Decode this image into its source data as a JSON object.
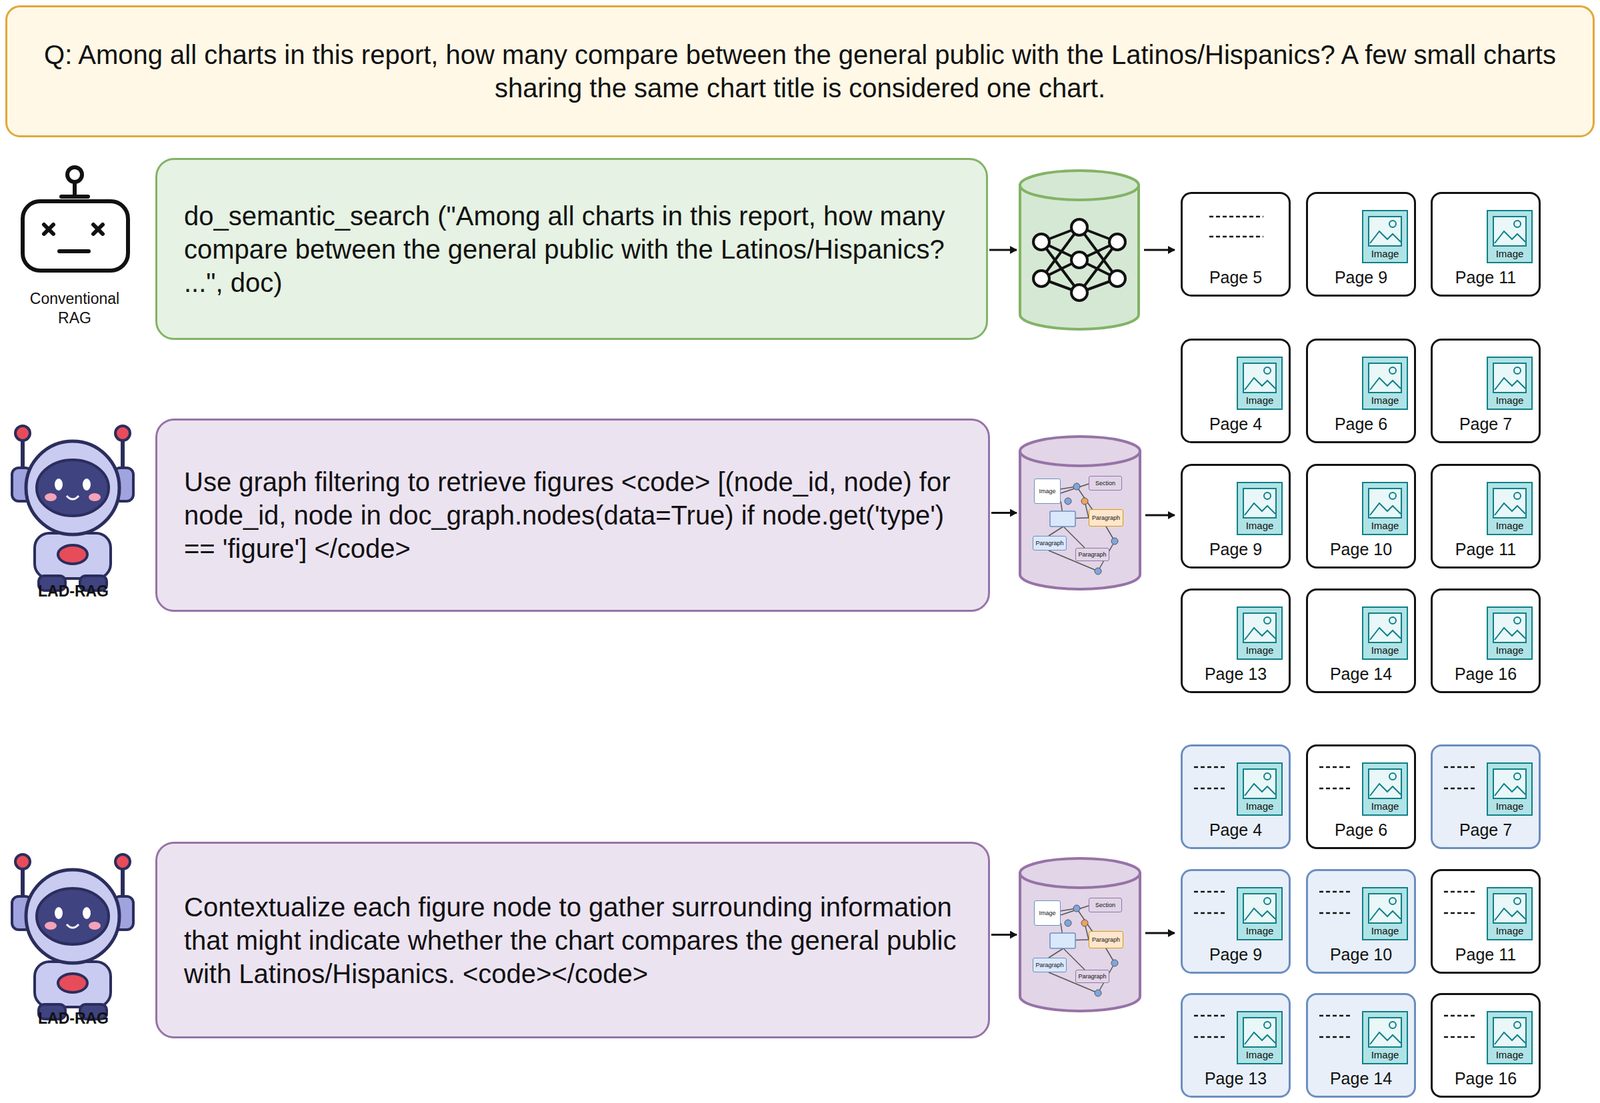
{
  "diagram": {
    "nodes": [
      {
        "text": [
          "Q: Among all charts in this report, how many compare between the general public with the Latinos/Hispanics? A few small charts sharing the same chart title is considered one chart."
        ]
      },
      {
        "text": [
          "do_semantic_search (\"Among all charts in this report, how many compare between the general public with the Latinos/Hispanics? ...\", doc)"
        ]
      },
      {
        "text": []
      },
      {
        "text": [
          "Page 5"
        ]
      },
      {
        "text": [
          "Page 9"
        ]
      },
      {
        "text": [
          "Image"
        ],
        "in": 4
      },
      {
        "text": [
          "Page 11"
        ]
      },
      {
        "text": [
          "Image"
        ],
        "in": 6
      },
      {
        "text": [
          "Use graph filtering to retrieve figures <code> [(node_id, node) for node_id, node in doc_graph.nodes(data=True) if node.get('type') == 'figure'] </code>"
        ]
      },
      {
        "text": []
      },
      {
        "text": [
          "Image"
        ],
        "in": 9
      },
      {
        "text": [
          "Section"
        ],
        "in": 9
      },
      {
        "text": [
          "Paragraph"
        ],
        "in": 9
      },
      {
        "text": [
          "Paragraph"
        ],
        "in": 9
      },
      {
        "text": [
          "Paragraph"
        ],
        "in": 9
      },
      {
        "text": [
          "Page 4"
        ]
      },
      {
        "text": [
          "Image"
        ],
        "in": 15
      },
      {
        "text": [
          "Page 6"
        ]
      },
      {
        "text": [
          "Image"
        ],
        "in": 17
      },
      {
        "text": [
          "Page 7"
        ]
      },
      {
        "text": [
          "Image"
        ],
        "in": 19
      },
      {
        "text": [
          "Page 9"
        ]
      },
      {
        "text": [
          "Image"
        ],
        "in": 21
      },
      {
        "text": [
          "Page 10"
        ]
      },
      {
        "text": [
          "Image"
        ],
        "in": 23
      },
      {
        "text": [
          "Page 11"
        ]
      },
      {
        "text": [
          "Image"
        ],
        "in": 25
      },
      {
        "text": [
          "Page 13"
        ]
      },
      {
        "text": [
          "Image"
        ],
        "in": 27
      },
      {
        "text": [
          "Page 14"
        ]
      },
      {
        "text": [
          "Image"
        ],
        "in": 29
      },
      {
        "text": [
          "Page 16"
        ]
      },
      {
        "text": [
          "Image"
        ],
        "in": 31
      },
      {
        "text": [
          "Contextualize each figure node to gather surrounding information that might indicate whether the chart compares the general public with Latinos/Hispanics. <code></code>"
        ]
      },
      {
        "text": []
      },
      {
        "text": [
          "Image"
        ],
        "in": 34
      },
      {
        "text": [
          "Section"
        ],
        "in": 34
      },
      {
        "text": [
          "Paragraph"
        ],
        "in": 34
      },
      {
        "text": [
          "Paragraph"
        ],
        "in": 34
      },
      {
        "text": [
          "Paragraph"
        ],
        "in": 34
      },
      {
        "text": [
          "Page 4"
        ]
      },
      {
        "text": [
          "Image"
        ],
        "in": 40
      },
      {
        "text": [
          "Page 6"
        ]
      },
      {
        "text": [
          "Image"
        ],
        "in": 42
      },
      {
        "text": [
          "Page 7"
        ]
      },
      {
        "text": [
          "Image"
        ],
        "in": 44
      },
      {
        "text": [
          "Page 9"
        ]
      },
      {
        "text": [
          "Image"
        ],
        "in": 46
      },
      {
        "text": [
          "Page 10"
        ]
      },
      {
        "text": [
          "Image"
        ],
        "in": 48
      },
      {
        "text": [
          "Page 11"
        ]
      },
      {
        "text": [
          "Image"
        ],
        "in": 50
      },
      {
        "text": [
          "Page 13"
        ]
      },
      {
        "text": [
          "Image"
        ],
        "in": 52
      },
      {
        "text": [
          "Page 14"
        ]
      },
      {
        "text": [
          "Image"
        ],
        "in": 54
      },
      {
        "text": [
          "Page 16"
        ]
      },
      {
        "text": [
          "Image"
        ],
        "in": 56
      }
    ],
    "edges": [
      {
        "from": 1,
        "to": 2,
        "arrow": "to"
      },
      {
        "from": 8,
        "to": 9,
        "arrow": "to"
      },
      {
        "from": 33,
        "to": 34,
        "arrow": "to"
      }
    ],
    "labels": [
      "Conventional RAG",
      "LAD-RAG",
      "LAD-RAG"
    ]
  }
}
